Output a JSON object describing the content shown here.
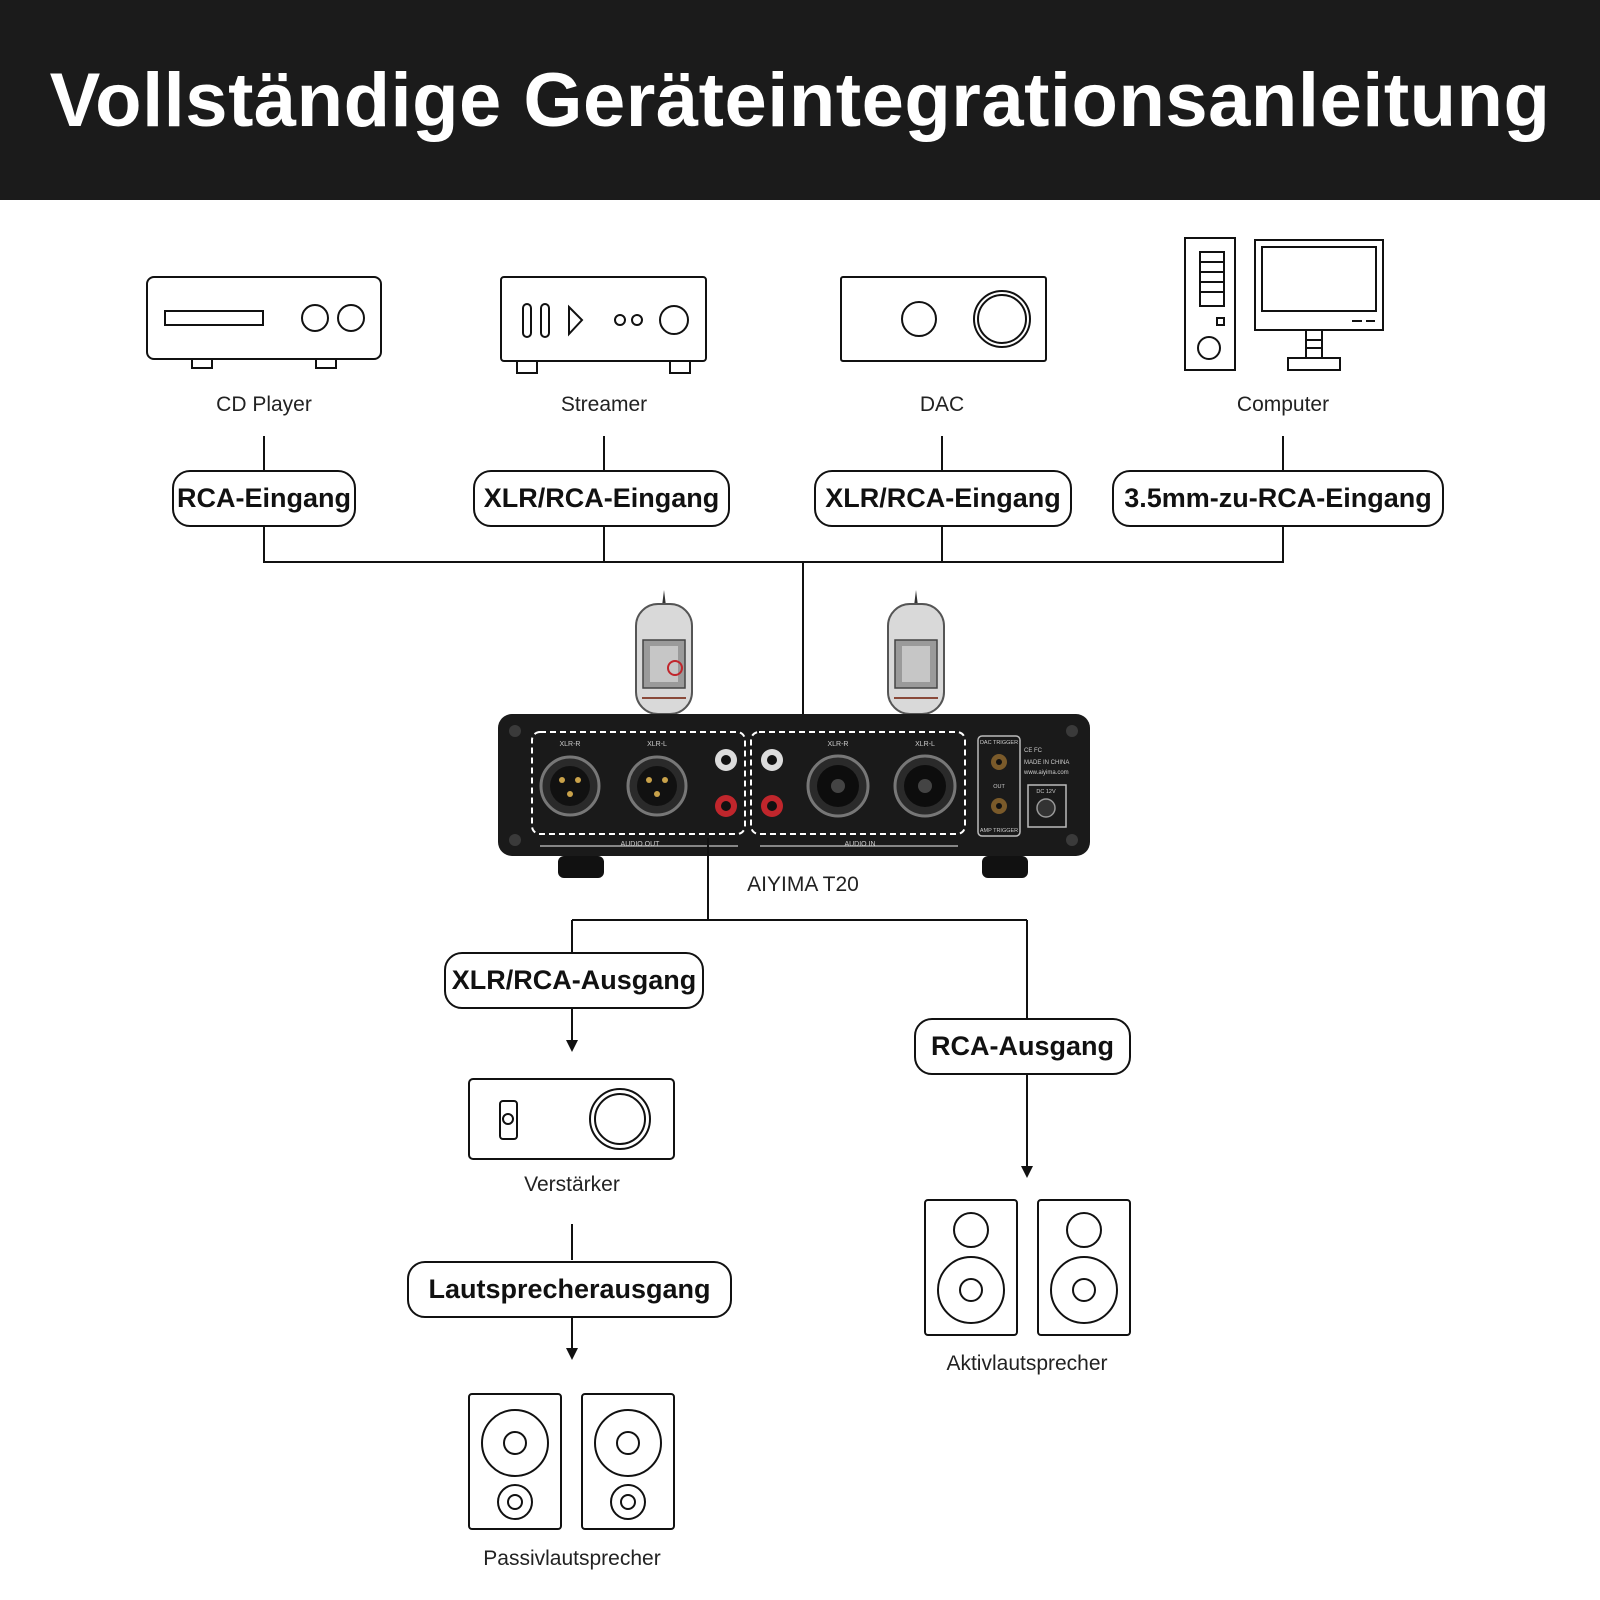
{
  "title": "Vollständige Geräteintegrationsanleitung",
  "sources": [
    {
      "label": "CD Player",
      "port": "RCA-Eingang",
      "icon": "cd-player-icon"
    },
    {
      "label": "Streamer",
      "port": "XLR/RCA-Eingang",
      "icon": "streamer-icon"
    },
    {
      "label": "DAC",
      "port": "XLR/RCA-Eingang",
      "icon": "dac-icon"
    },
    {
      "label": "Computer",
      "port": "3.5mm-zu-RCA-Eingang",
      "icon": "computer-icon"
    }
  ],
  "device": {
    "name": "AIYIMA T20",
    "panel": {
      "xlr_r": "XLR-R",
      "xlr_l": "XLR-L",
      "audio_out": "AUDIO OUT",
      "audio_in": "AUDIO IN",
      "dac_trigger": "DAC TRIGGER",
      "amp_trigger": "AMP TRIGGER",
      "out": "OUT",
      "dc": "DC 12V",
      "marks": "CE FC",
      "made_in": "MADE IN CHINA",
      "website": "www.aiyima.com"
    }
  },
  "outputs": {
    "left": {
      "port": "XLR/RCA-Ausgang",
      "device_label": "Verstärker",
      "speaker_port": "Lautsprecherausgang",
      "speaker_label": "Passivlautsprecher"
    },
    "right": {
      "port": "RCA-Ausgang",
      "speaker_label": "Aktivlautsprecher"
    }
  },
  "colors": {
    "banner": "#1b1b1b",
    "ink": "#111111",
    "device": "#1a1a1a",
    "rca_red": "#c0262c"
  }
}
